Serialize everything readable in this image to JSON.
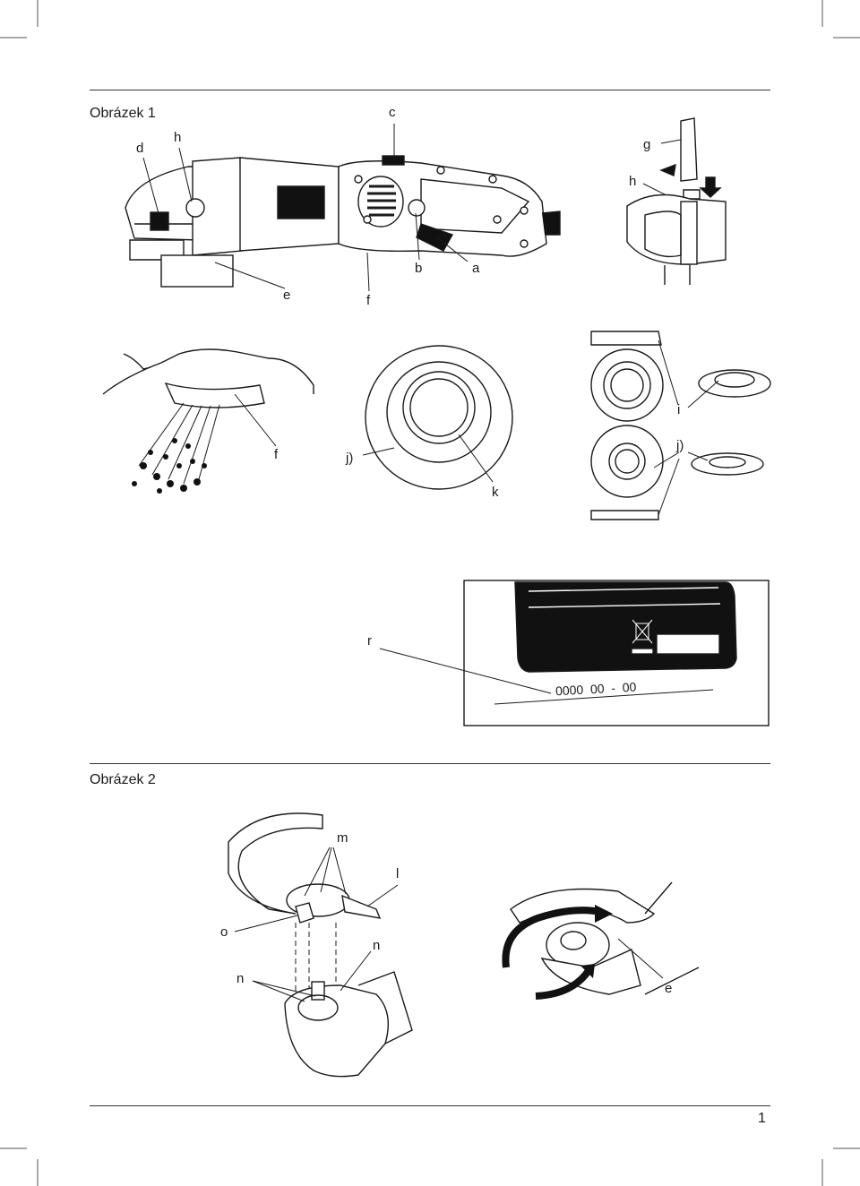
{
  "figure1": {
    "title": "Obrázek 1",
    "labels": {
      "a": "a",
      "b": "b",
      "c": "c",
      "d": "d",
      "e": "e",
      "f": "f",
      "g": "g",
      "h1": "h",
      "h2": "h",
      "f2": "f",
      "j1": "j)",
      "j2": "j)",
      "k": "k",
      "i": "i",
      "r": "r"
    },
    "serial": "0000  00  -  00"
  },
  "figure2": {
    "title": "Obrázek 2",
    "labels": {
      "m": "m",
      "l": "l",
      "o": "o",
      "n1": "n",
      "n2": "n",
      "e": "e"
    }
  },
  "page_number": "1"
}
